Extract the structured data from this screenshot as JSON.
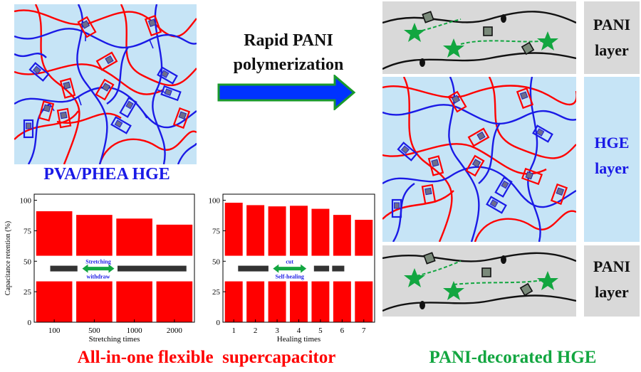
{
  "colors": {
    "gel_bg": "#c6e4f6",
    "pani_bg": "#d9d9d9",
    "red_chain": "#ff0000",
    "blue_chain": "#1a1ae6",
    "pani_green": "#12a640",
    "arrow_blue": "#0033ff",
    "arrow_green": "#1a9a2c",
    "bar_red": "#ff0000",
    "title_red": "#ff0000",
    "title_blue": "#1a1ae6",
    "title_green": "#12a640"
  },
  "diagram": {
    "gel_caption": "PVA/PHEA HGE",
    "process_label_line1": "Rapid PANI",
    "process_label_line2": "polymerization",
    "pani_top_line1": "PANI",
    "pani_top_line2": "layer",
    "hge_line1": "HGE",
    "hge_line2": "layer",
    "pani_bottom_line1": "PANI",
    "pani_bottom_line2": "layer",
    "bottom_left_title": "All-in-one flexible  supercapacitor",
    "bottom_right_title": "PANI-decorated HGE"
  },
  "chart_data": [
    {
      "type": "bar",
      "categories": [
        "100",
        "500",
        "1000",
        "2000"
      ],
      "values": [
        91,
        88,
        85,
        80
      ],
      "xlabel": "Stretching times",
      "ylabel": "Capacitance retention (%)",
      "ylim": [
        0,
        105
      ],
      "yticks": [
        0,
        25,
        50,
        75,
        100
      ],
      "inset_top": "Stretching",
      "inset_bottom": "withdraw"
    },
    {
      "type": "bar",
      "categories": [
        "1",
        "2",
        "3",
        "4",
        "5",
        "6",
        "7"
      ],
      "values": [
        98,
        96,
        95,
        95.5,
        93,
        88,
        84
      ],
      "xlabel": "Healing times",
      "ylabel": "",
      "ylim": [
        0,
        105
      ],
      "yticks": [
        0,
        25,
        50,
        75,
        100
      ],
      "inset_top": "cut",
      "inset_bottom": "Self-healing"
    }
  ]
}
